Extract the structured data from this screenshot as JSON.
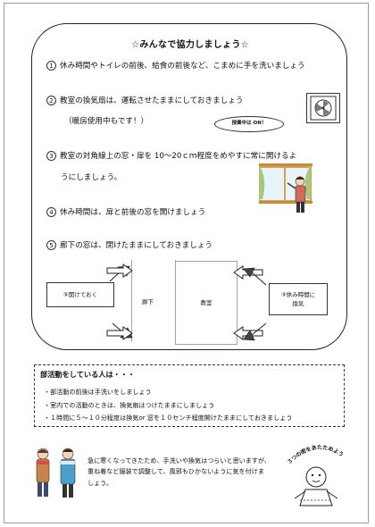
{
  "title": "☆みんなで協力しましょう☆",
  "items": [
    {
      "num": "1",
      "text": "休み時間やトイレの前後、給食の前後など、こまめに手を洗いましょう"
    },
    {
      "num": "2",
      "text": "教室の換気扇は、運転させたままにしておきましょう"
    },
    {
      "num": "3",
      "text": "教室の対角線上の窓・扉を 10〜20ｃｍ程度をめやすに常に開けるよ"
    },
    {
      "num": "4",
      "text": "休み時間は、扉と前後の窓を開けましょう"
    },
    {
      "num": "5",
      "text": "廊下の窓は、閉けたままにしておきましょう"
    }
  ],
  "item2_note": "（暖房使用中もです！）",
  "item3_cont": "うにしましょう。",
  "callout": "授業中は ON！",
  "diagram": {
    "left_box": "⑤開けておく",
    "corridor": "廊下",
    "classroom": "教室",
    "right_box_line1": "③休み時間に",
    "right_box_line2": "換気"
  },
  "club": {
    "title": "部活動をしている人は・・・",
    "lines": [
      "・部活動の前後は手洗いをしましょう",
      "・室内での活動のときは、換気扇はつけたままにしましょう",
      "・１時間に５〜１０分程度は換気or 窓を１０センチ程度開けたままにしておきましょう"
    ]
  },
  "bottom": {
    "lines": [
      "急に寒くなってきたため、手洗いや換気はつらいと思いますが、",
      "重ね着など服装で調整して、風邪もひかないように気を付けま",
      "しょう。"
    ],
    "bubble": "３つの密をあたためよう"
  },
  "colors": {
    "border": "#222222",
    "corridor_line": "#8fa4c8",
    "window_frame": "#d8a24a",
    "curtain": "#a8c77a",
    "arrow": "#222222"
  }
}
